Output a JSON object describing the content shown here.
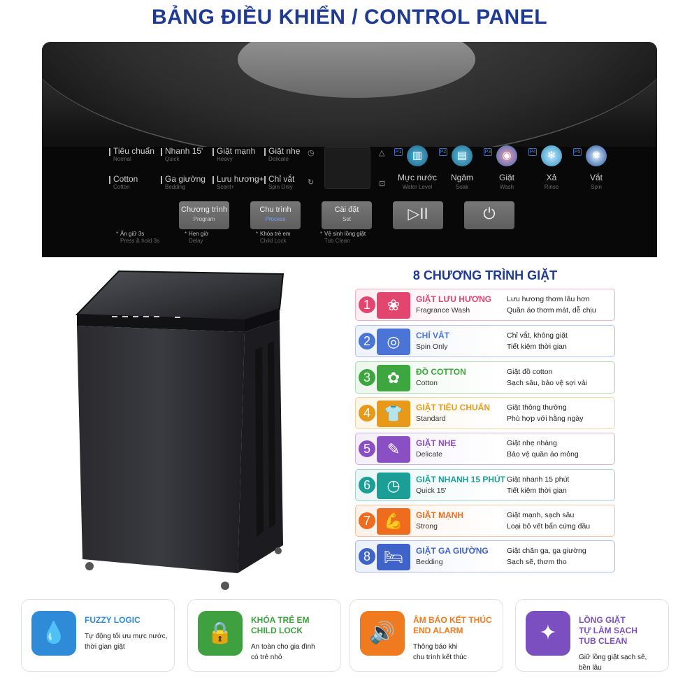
{
  "title": "BẢNG ĐIỀU KHIỂN / CONTROL PANEL",
  "panel": {
    "programs": [
      {
        "vn": "Tiêu chuẩn",
        "en": "Normal"
      },
      {
        "vn": "Nhanh 15'",
        "en": "Quick"
      },
      {
        "vn": "Giặt mạnh",
        "en": "Heavy"
      },
      {
        "vn": "Giặt nhẹ",
        "en": "Delicate"
      },
      {
        "vn": "Cotton",
        "en": "Cotton"
      },
      {
        "vn": "Ga giường",
        "en": "Bedding"
      },
      {
        "vn": "Lưu hương+",
        "en": "Scent+"
      },
      {
        "vn": "Chỉ vắt",
        "en": "Spin Only"
      }
    ],
    "badges": [
      "P1",
      "P2",
      "P3",
      "P4",
      "P5"
    ],
    "steps": [
      {
        "vn": "Mực nước",
        "en": "Water Level"
      },
      {
        "vn": "Ngâm",
        "en": "Soak"
      },
      {
        "vn": "Giặt",
        "en": "Wash"
      },
      {
        "vn": "Xả",
        "en": "Rinse"
      },
      {
        "vn": "Vắt",
        "en": "Spin"
      }
    ],
    "buttons": [
      {
        "vn": "Chương trình",
        "en": "Program"
      },
      {
        "vn": "Chu trình",
        "en": "Process"
      },
      {
        "vn": "Cài đặt",
        "en": "Set"
      },
      {
        "vn": "▷II",
        "en": ""
      },
      {
        "vn": "⏻",
        "en": ""
      }
    ],
    "hints": [
      {
        "vn": "Ấn giữ 3s",
        "en": "Press & hold 3s"
      },
      {
        "vn": "Hẹn giờ",
        "en": "Delay"
      },
      {
        "vn": "Khóa trẻ em",
        "en": "Child Lock"
      },
      {
        "vn": "Vệ sinh lồng giặt",
        "en": "Tub Clean"
      }
    ]
  },
  "programs_title": "8 CHƯƠNG TRÌNH GIẶT",
  "programs": [
    {
      "num": "1",
      "name": "GIẶT LƯU HƯƠNG",
      "en": "Fragrance Wash",
      "d1": "Lưu hương thơm lâu hơn",
      "d2": "Quần áo thơm mát, dễ chịu",
      "color": "#e2466f",
      "icon": "❀"
    },
    {
      "num": "2",
      "name": "CHỈ VẮT",
      "en": "Spin Only",
      "d1": "Chỉ vắt, không giặt",
      "d2": "Tiết kiệm thời gian",
      "color": "#4a74d6",
      "icon": "◎"
    },
    {
      "num": "3",
      "name": "ĐỒ COTTON",
      "en": "Cotton",
      "d1": "Giặt đồ cotton",
      "d2": "Sạch sâu, bảo vệ sợi vải",
      "color": "#3ea63e",
      "icon": "✿"
    },
    {
      "num": "4",
      "name": "GIẶT TIÊU CHUẨN",
      "en": "Standard",
      "d1": "Giặt thông thường",
      "d2": "Phù hợp với hằng ngày",
      "color": "#e79a1a",
      "icon": "👕"
    },
    {
      "num": "5",
      "name": "GIẶT NHẸ",
      "en": "Delicate",
      "d1": "Giặt nhẹ nhàng",
      "d2": "Bảo vệ quần áo mỏng",
      "color": "#8a4fc2",
      "icon": "✎"
    },
    {
      "num": "6",
      "name": "GIẶT NHANH 15 PHÚT",
      "en": "Quick 15'",
      "d1": "Giặt nhanh 15 phút",
      "d2": "Tiết kiệm thời gian",
      "color": "#1a9e96",
      "icon": "◷"
    },
    {
      "num": "7",
      "name": "GIẶT MẠNH",
      "en": "Strong",
      "d1": "Giặt mạnh, sạch sâu",
      "d2": "Loại bỏ vết bẩn cứng đầu",
      "color": "#ef6c1f",
      "icon": "💪"
    },
    {
      "num": "8",
      "name": "GIẶT GA GIƯỜNG",
      "en": "Bedding",
      "d1": "Giặt chăn ga, ga giường",
      "d2": "Sạch sẽ, thơm tho",
      "color": "#3f63c8",
      "icon": "🛏"
    }
  ],
  "features": [
    {
      "t1": "FUZZY LOGIC",
      "t2": "",
      "t3": "",
      "desc1": "Tự động tối ưu mực nước,",
      "desc2": "thời gian giặt",
      "color": "#2f8ad8",
      "icon": "💧"
    },
    {
      "t1": "KHÓA TRẺ EM",
      "t2": "CHILD LOCK",
      "t3": "",
      "desc1": "An toàn cho gia đình",
      "desc2": "có trẻ nhỏ",
      "color": "#3fa03f",
      "icon": "🔒"
    },
    {
      "t1": "ÂM BÁO KẾT THÚC",
      "t2": "END ALARM",
      "t3": "",
      "desc1": "Thông báo khi",
      "desc2": "chu trình kết thúc",
      "color": "#f07a20",
      "icon": "🔊"
    },
    {
      "t1": "LỒNG GIẶT",
      "t2": "TỰ LÀM SẠCH",
      "t3": "TUB CLEAN",
      "desc1": "Giữ lồng giặt sạch sẽ,",
      "desc2": "bền lâu",
      "color": "#7b4fc0",
      "icon": "✦"
    }
  ]
}
